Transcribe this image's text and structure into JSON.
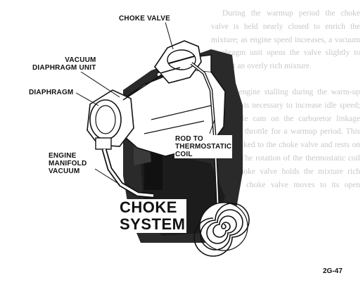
{
  "figure": {
    "title_line1": "CHOKE",
    "title_line2": "SYSTEM",
    "figure_number": "2G-47"
  },
  "labels": {
    "choke_valve": "CHOKE VALVE",
    "vacuum_diaphragm_line1": "VACUUM",
    "vacuum_diaphragm_line2": "DIAPHRAGM UNIT",
    "diaphragm": "DIAPHRAGM",
    "engine_manifold_line1": "ENGINE",
    "engine_manifold_line2": "MANIFOLD",
    "engine_manifold_line3": "VACUUM",
    "rod_line1": "ROD TO",
    "rod_line2": "THERMOSTATIC",
    "rod_line3": "COIL"
  },
  "background_text": {
    "p1": "During the warmup period the choke valve is held nearly closed to enrich the mixture; as engine speed increases, a vacuum diaphragm unit opens the valve slightly to prevent an overly rich mixture.",
    "p2": "The engine stalling during the warm-up period, it is necessary to increase idle speed; a fast idle cam on the carburetor linkage holds the throttle for a warmup period. This cam is linked to the choke valve and rests on a screw. The rotation of the thermostatic coil in the choke valve holds the mixture rich until the choke valve moves to its open position."
  },
  "colors": {
    "ink": "#111111",
    "body_shadow": "#2a2a2a",
    "paper": "#ffffff"
  }
}
